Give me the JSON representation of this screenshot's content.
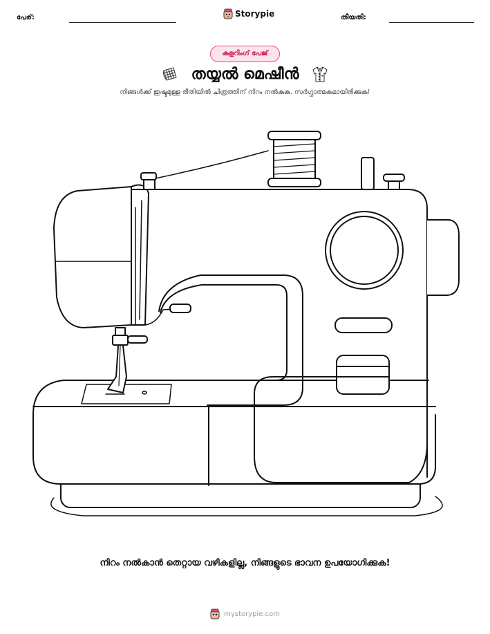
{
  "header": {
    "name_label": "പേര്:",
    "brand": "Storypie",
    "date_label": "തീയതി:"
  },
  "badge": "കളറിംഗ് പേജ്",
  "title": "തയ്യൽ മെഷീൻ",
  "subtitle": "നിങ്ങൾക്ക് ഇഷ്ടമുള്ള രീതിയിൽ ചിത്രത്തിന് നിറം നൽകുക. സർഗ്ഗാത്മകമായിരിക്കുക!",
  "caption": "നിറം നൽകാൻ തെറ്റായ വഴികളില്ല, നിങ്ങളുടെ ഭാവന ഉപയോഗിക്കുക!",
  "footer": {
    "url": "mystorypie.com"
  },
  "colors": {
    "badge_border": "#e7457a",
    "badge_fill": "#fde3ec",
    "badge_text": "#c22357",
    "footer_text": "#9a9a9a"
  },
  "icons": {
    "left": "fabric-icon",
    "right": "shirt-icon",
    "logo": "storypie-mascot-icon"
  }
}
